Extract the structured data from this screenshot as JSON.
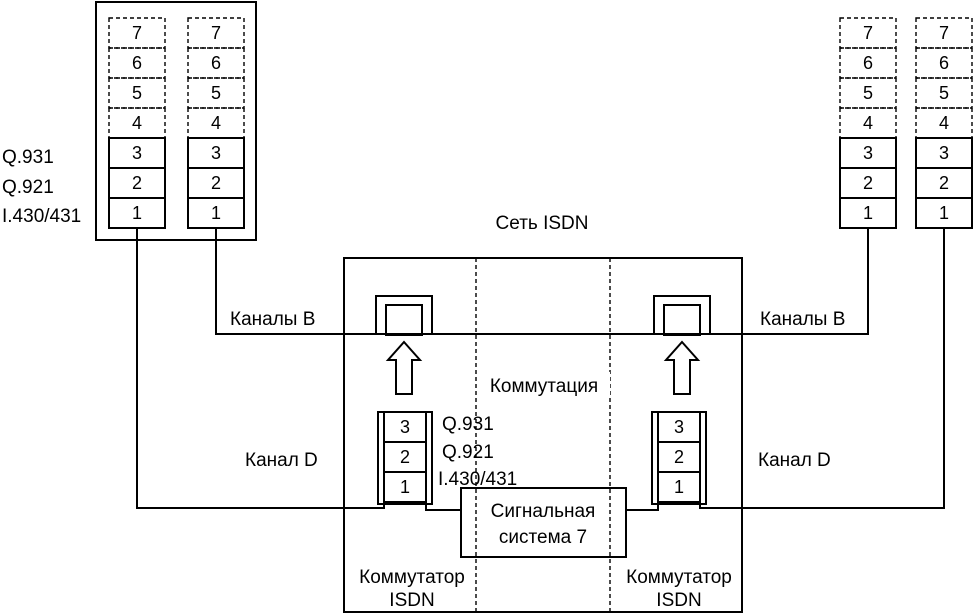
{
  "labels": {
    "network_title": "Сеть ISDN",
    "channels_b": "Каналы B",
    "channel_d": "Канал D",
    "switching": "Коммутация",
    "signal_system_line1": "Сигнальная",
    "signal_system_line2": "система 7",
    "switch_line1": "Коммутатор",
    "switch_line2": "ISDN"
  },
  "protocols": {
    "layer3": "Q.931",
    "layer2": "Q.921",
    "layer1": "I.430/431"
  },
  "layers": [
    "1",
    "2",
    "3",
    "4",
    "5",
    "6",
    "7"
  ]
}
